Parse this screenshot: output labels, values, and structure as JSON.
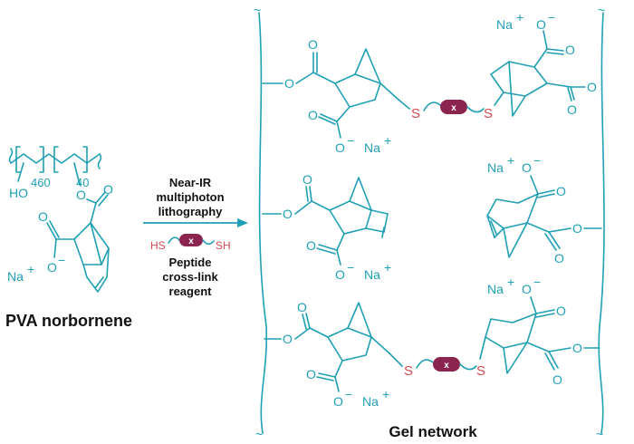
{
  "colors": {
    "structure": "#1fa0b4",
    "sulfur": "#d84a50",
    "peptide": "#8c2450",
    "text": "#111111"
  },
  "left": {
    "subscript_a": "460",
    "subscript_b": "40",
    "ho": "HO",
    "o": "O",
    "na": "Na",
    "charge_plus": "+",
    "o_minus": "O",
    "minus": "−",
    "title": "PVA norbornene"
  },
  "reaction": {
    "line1": "Near-IR",
    "line2": "multiphoton",
    "line3": "lithography",
    "hs": "HS",
    "sh": "SH",
    "x": "x",
    "line4": "Peptide",
    "line5": "cross-link",
    "line6": "reagent"
  },
  "gel": {
    "o": "O",
    "s": "S",
    "x": "x",
    "na": "Na",
    "plus": "+",
    "minus": "−",
    "title": "Gel network"
  }
}
